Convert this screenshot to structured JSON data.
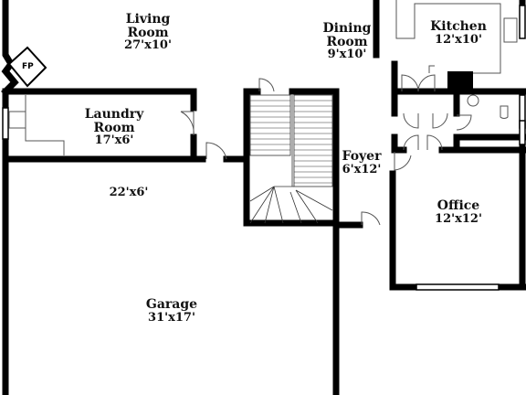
{
  "rooms": {
    "living": {
      "name": "Living Room",
      "line1": "Living",
      "line2": "Room",
      "dims": "27'x10'"
    },
    "dining": {
      "name": "Dining Room",
      "line1": "Dining",
      "line2": "Room",
      "dims": "9'x10'"
    },
    "kitchen": {
      "name": "Kitchen",
      "dims": "12'x10'"
    },
    "laundry": {
      "name": "Laundry Room",
      "line1": "Laundry",
      "line2": "Room",
      "dims": "17'x6'"
    },
    "hall": {
      "dims": "22'x6'"
    },
    "foyer": {
      "name": "Foyer",
      "dims": "6'x12'"
    },
    "office": {
      "name": "Office",
      "dims": "12'x12'"
    },
    "garage": {
      "name": "Garage",
      "dims": "31'x17'"
    }
  },
  "fireplace": {
    "label": "FP"
  },
  "colors": {
    "wall": "#000000",
    "fixture": "#555555",
    "background": "#ffffff"
  }
}
